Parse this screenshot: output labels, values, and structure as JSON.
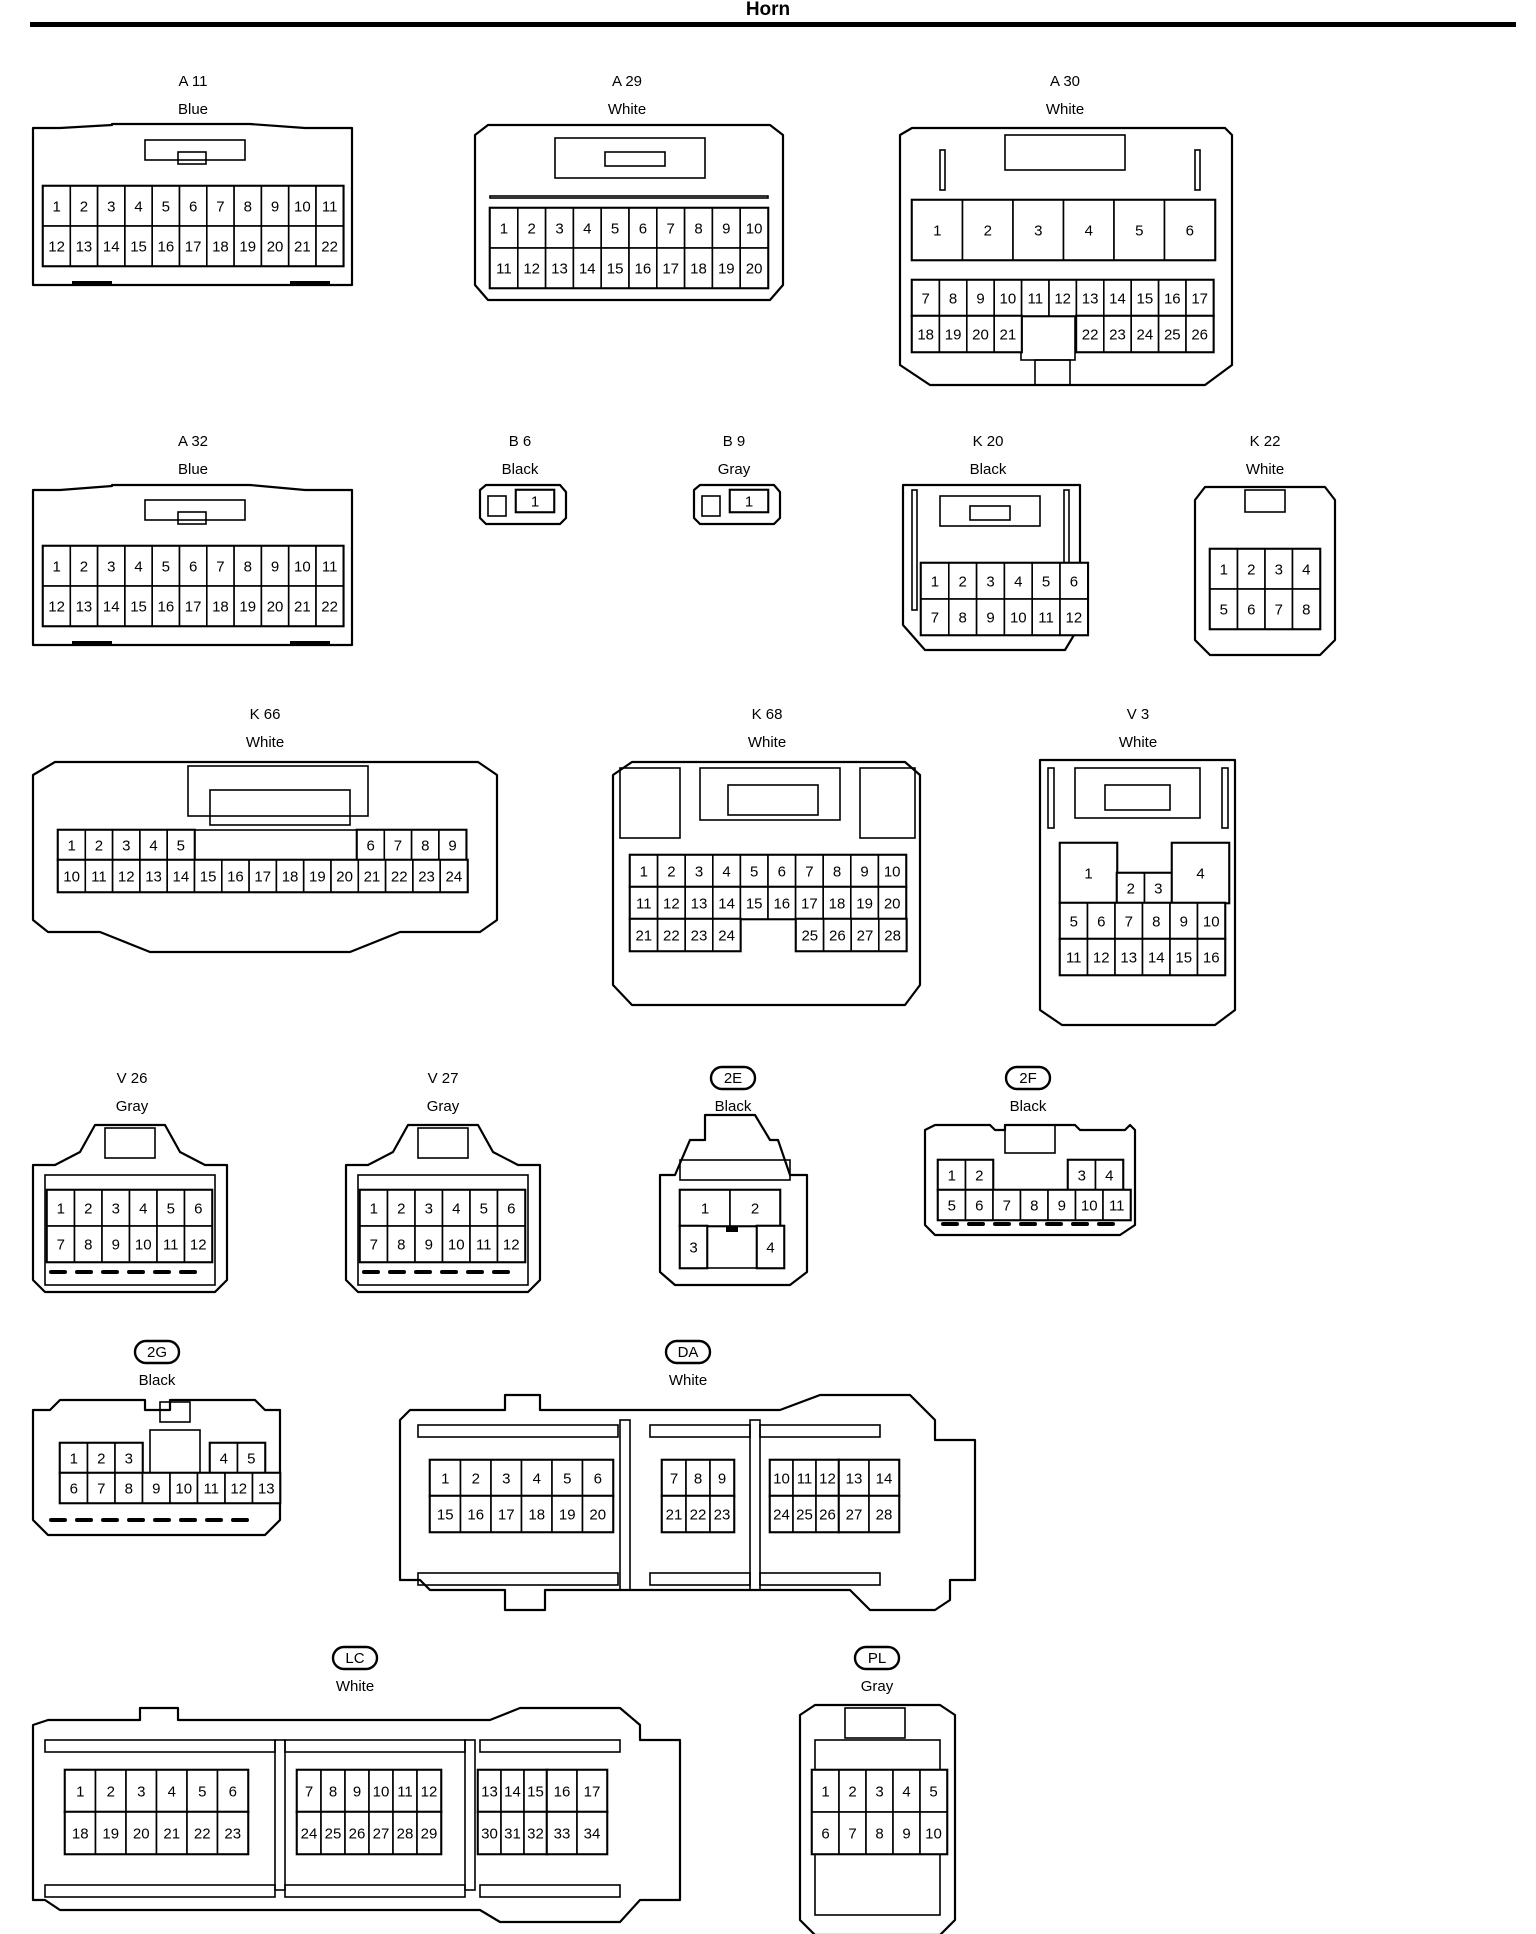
{
  "page": {
    "title": "Horn"
  },
  "connectors": [
    {
      "code": "A 11",
      "color": "Blue",
      "circled": false,
      "pins": [
        "1",
        "2",
        "3",
        "4",
        "5",
        "6",
        "7",
        "8",
        "9",
        "10",
        "11",
        "12",
        "13",
        "14",
        "15",
        "16",
        "17",
        "18",
        "19",
        "20",
        "21",
        "22"
      ]
    },
    {
      "code": "A 29",
      "color": "White",
      "circled": false,
      "pins": [
        "1",
        "2",
        "3",
        "4",
        "5",
        "6",
        "7",
        "8",
        "9",
        "10",
        "11",
        "12",
        "13",
        "14",
        "15",
        "16",
        "17",
        "18",
        "19",
        "20"
      ]
    },
    {
      "code": "A 30",
      "color": "White",
      "circled": false,
      "pins": [
        "1",
        "2",
        "3",
        "4",
        "5",
        "6",
        "7",
        "8",
        "9",
        "10",
        "11",
        "12",
        "13",
        "14",
        "15",
        "16",
        "17",
        "18",
        "19",
        "20",
        "21",
        "22",
        "23",
        "24",
        "25",
        "26"
      ]
    },
    {
      "code": "A 32",
      "color": "Blue",
      "circled": false,
      "pins": [
        "1",
        "2",
        "3",
        "4",
        "5",
        "6",
        "7",
        "8",
        "9",
        "10",
        "11",
        "12",
        "13",
        "14",
        "15",
        "16",
        "17",
        "18",
        "19",
        "20",
        "21",
        "22"
      ]
    },
    {
      "code": "B 6",
      "color": "Black",
      "circled": false,
      "pins": [
        "1"
      ]
    },
    {
      "code": "B 9",
      "color": "Gray",
      "circled": false,
      "pins": [
        "1"
      ]
    },
    {
      "code": "K 20",
      "color": "Black",
      "circled": false,
      "pins": [
        "1",
        "2",
        "3",
        "4",
        "5",
        "6",
        "7",
        "8",
        "9",
        "10",
        "11",
        "12"
      ]
    },
    {
      "code": "K 22",
      "color": "White",
      "circled": false,
      "pins": [
        "1",
        "2",
        "3",
        "4",
        "5",
        "6",
        "7",
        "8"
      ]
    },
    {
      "code": "K 66",
      "color": "White",
      "circled": false,
      "pins": [
        "1",
        "2",
        "3",
        "4",
        "5",
        "6",
        "7",
        "8",
        "9",
        "10",
        "11",
        "12",
        "13",
        "14",
        "15",
        "16",
        "17",
        "18",
        "19",
        "20",
        "21",
        "22",
        "23",
        "24"
      ]
    },
    {
      "code": "K 68",
      "color": "White",
      "circled": false,
      "pins": [
        "1",
        "2",
        "3",
        "4",
        "5",
        "6",
        "7",
        "8",
        "9",
        "10",
        "11",
        "12",
        "13",
        "14",
        "15",
        "16",
        "17",
        "18",
        "19",
        "20",
        "21",
        "22",
        "23",
        "24",
        "25",
        "26",
        "27",
        "28"
      ]
    },
    {
      "code": "V 3",
      "color": "White",
      "circled": false,
      "pins": [
        "1",
        "2",
        "3",
        "4",
        "5",
        "6",
        "7",
        "8",
        "9",
        "10",
        "11",
        "12",
        "13",
        "14",
        "15",
        "16"
      ]
    },
    {
      "code": "V 26",
      "color": "Gray",
      "circled": false,
      "pins": [
        "1",
        "2",
        "3",
        "4",
        "5",
        "6",
        "7",
        "8",
        "9",
        "10",
        "11",
        "12"
      ]
    },
    {
      "code": "V 27",
      "color": "Gray",
      "circled": false,
      "pins": [
        "1",
        "2",
        "3",
        "4",
        "5",
        "6",
        "7",
        "8",
        "9",
        "10",
        "11",
        "12"
      ]
    },
    {
      "code": "2E",
      "color": "Black",
      "circled": true,
      "pins": [
        "1",
        "2",
        "3",
        "4"
      ]
    },
    {
      "code": "2F",
      "color": "Black",
      "circled": true,
      "pins": [
        "1",
        "2",
        "3",
        "4",
        "5",
        "6",
        "7",
        "8",
        "9",
        "10",
        "11"
      ]
    },
    {
      "code": "2G",
      "color": "Black",
      "circled": true,
      "pins": [
        "1",
        "2",
        "3",
        "4",
        "5",
        "6",
        "7",
        "8",
        "9",
        "10",
        "11",
        "12",
        "13"
      ]
    },
    {
      "code": "DA",
      "color": "White",
      "circled": true,
      "pins": [
        "1",
        "2",
        "3",
        "4",
        "5",
        "6",
        "7",
        "8",
        "9",
        "10",
        "11",
        "12",
        "13",
        "14",
        "15",
        "16",
        "17",
        "18",
        "19",
        "20",
        "21",
        "22",
        "23",
        "24",
        "25",
        "26",
        "27",
        "28"
      ]
    },
    {
      "code": "LC",
      "color": "White",
      "circled": true,
      "pins": [
        "1",
        "2",
        "3",
        "4",
        "5",
        "6",
        "7",
        "8",
        "9",
        "10",
        "11",
        "12",
        "13",
        "14",
        "15",
        "16",
        "17",
        "18",
        "19",
        "20",
        "21",
        "22",
        "23",
        "24",
        "25",
        "26",
        "27",
        "28",
        "29",
        "30",
        "31",
        "32",
        "33",
        "34"
      ]
    },
    {
      "code": "PL",
      "color": "Gray",
      "circled": true,
      "pins": [
        "1",
        "2",
        "3",
        "4",
        "5",
        "6",
        "7",
        "8",
        "9",
        "10"
      ]
    }
  ]
}
